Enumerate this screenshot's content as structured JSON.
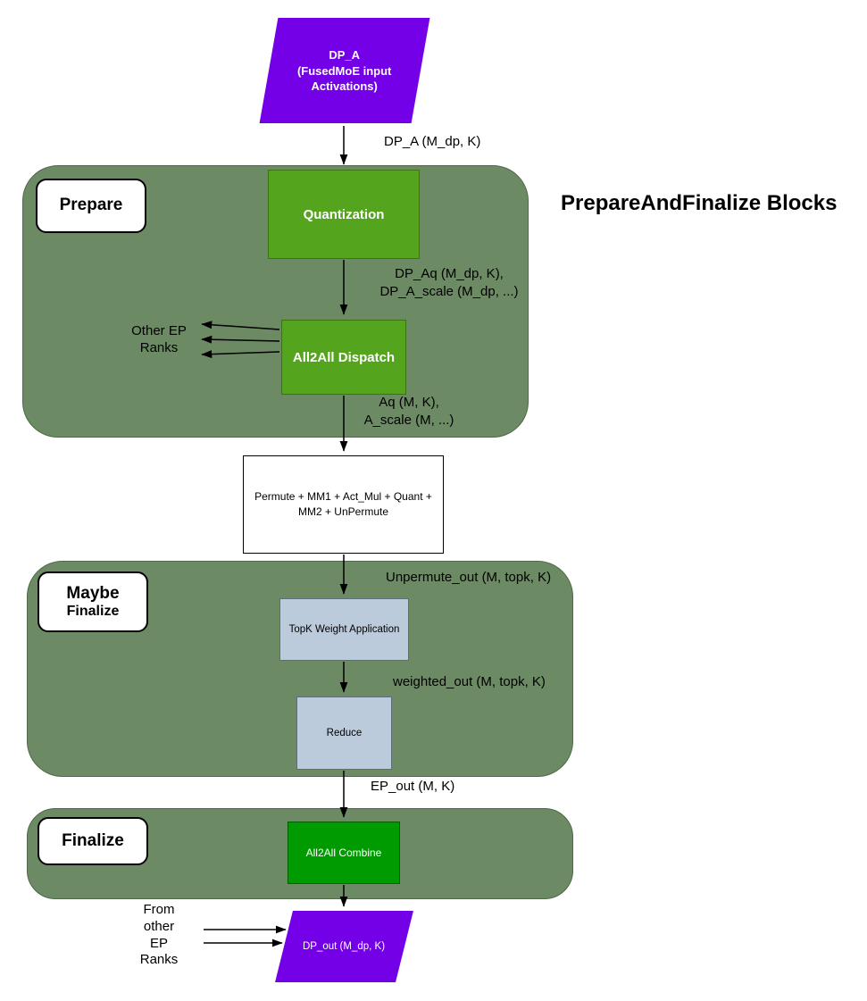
{
  "title": "PrepareAndFinalize Blocks",
  "containers": {
    "prepare": {
      "label": "Prepare"
    },
    "maybe_finalize": {
      "label_line1": "Maybe",
      "label_line2": "Finalize"
    },
    "finalize": {
      "label": "Finalize"
    }
  },
  "nodes": {
    "input_activations": {
      "label": "DP_A\n(FusedMoE input\nActivations)"
    },
    "quantization": {
      "label": "Quantization"
    },
    "all2all_dispatch": {
      "label": "All2All Dispatch"
    },
    "fused_experts": {
      "label": "Permute + MM1 + Act_Mul + Quant +\nMM2 + UnPermute"
    },
    "topk_weight_application": {
      "label": "TopK Weight Application"
    },
    "reduce": {
      "label": "Reduce"
    },
    "all2all_combine": {
      "label": "All2All Combine"
    },
    "output": {
      "label": "DP_out (M_dp, K)"
    }
  },
  "edge_labels": {
    "input_to_quantization": "DP_A (M_dp, K)",
    "quantization_to_dispatch": "DP_Aq (M_dp, K),\nDP_A_scale (M_dp, ...)",
    "dispatch_to_experts": "Aq (M, K),\nA_scale (M, ...)",
    "experts_to_topk": "Unpermute_out (M, topk, K)",
    "topk_to_reduce": "weighted_out (M, topk, K)",
    "reduce_to_combine": "EP_out (M, K)"
  },
  "annotations": {
    "other_ep_ranks": "Other EP\nRanks",
    "from_other_ep_ranks": "From\nother\nEP\nRanks"
  },
  "colors": {
    "purple": "#7300e6",
    "container_green": "#6c8a63",
    "node_green": "#55a41d",
    "combine_green": "#009b00",
    "node_bluegray": "#bccbdb"
  }
}
